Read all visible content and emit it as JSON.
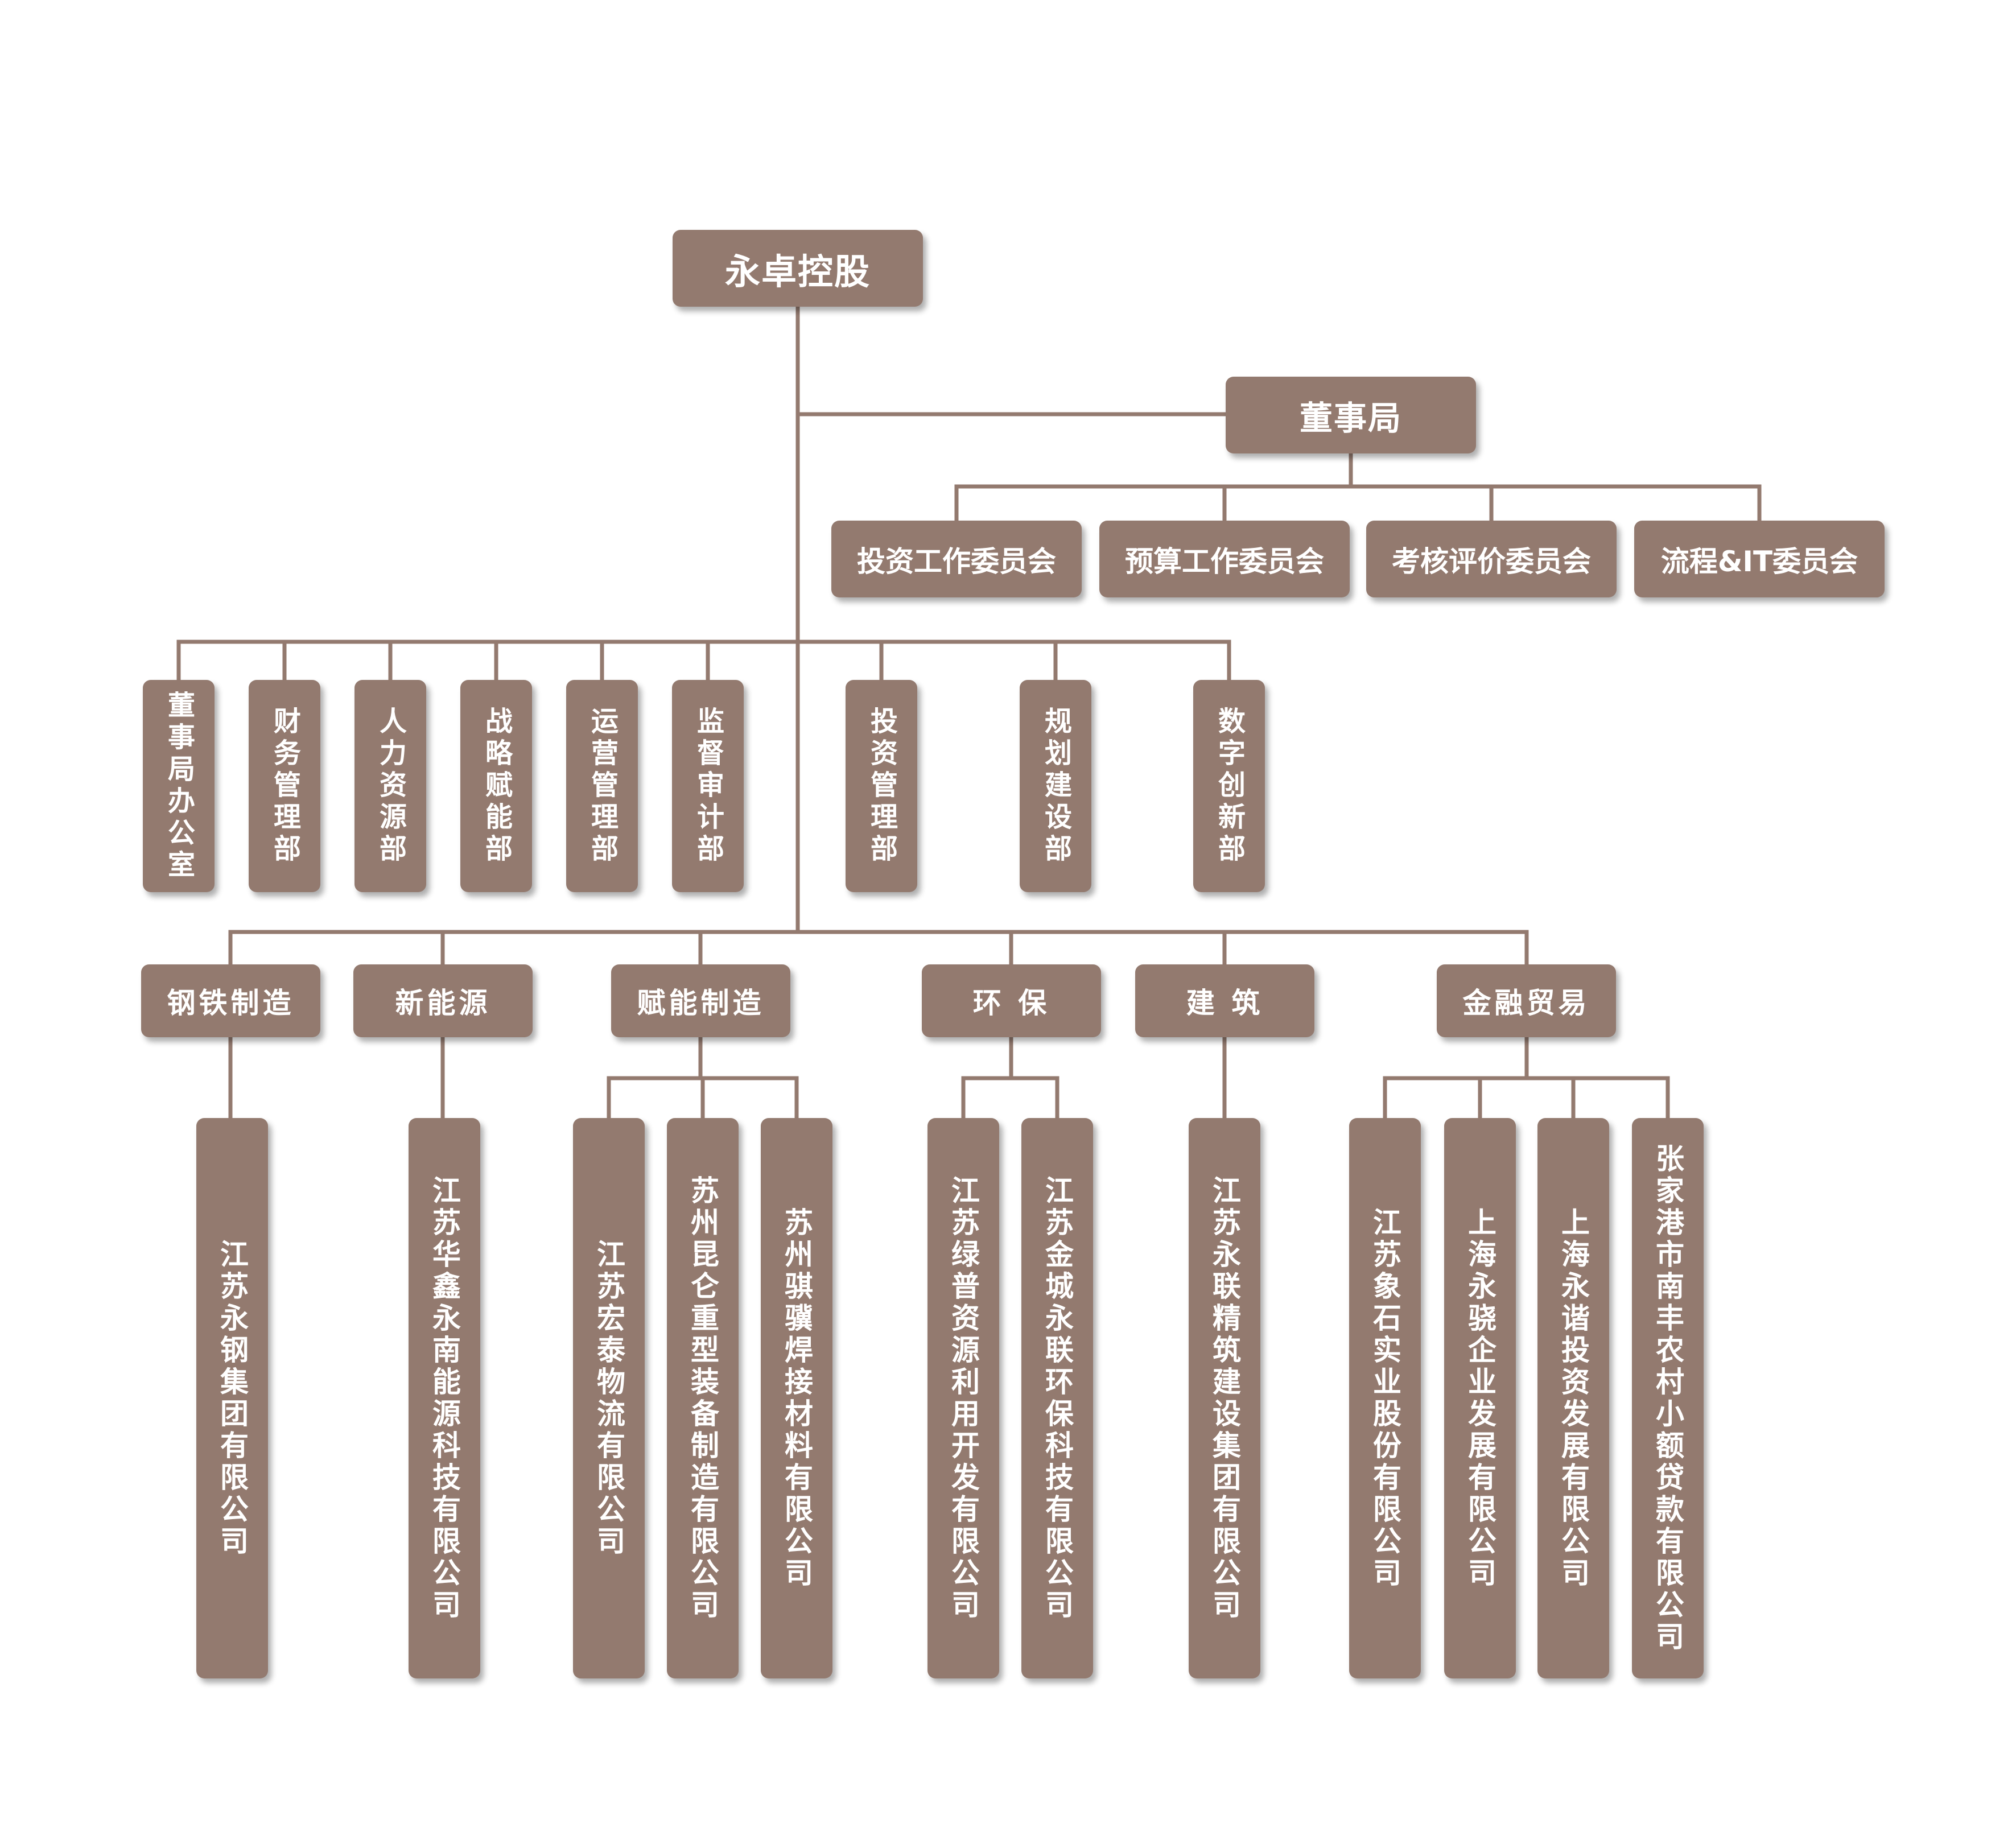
{
  "colors": {
    "box_fill": "#937a6f",
    "connector": "#937a6f",
    "text": "#ffffff",
    "background": "#ffffff"
  },
  "root": {
    "label": "永卓控股"
  },
  "board": {
    "label": "董事局"
  },
  "committees": [
    {
      "label": "投资工作委员会"
    },
    {
      "label": "预算工作委员会"
    },
    {
      "label": "考核评价委员会"
    },
    {
      "label": "流程&IT委员会"
    }
  ],
  "departments": [
    {
      "label": "董事局办公室"
    },
    {
      "label": "财务管理部"
    },
    {
      "label": "人力资源部"
    },
    {
      "label": "战略赋能部"
    },
    {
      "label": "运营管理部"
    },
    {
      "label": "监督审计部"
    },
    {
      "label": "投资管理部"
    },
    {
      "label": "规划建设部"
    },
    {
      "label": "数字创新部"
    }
  ],
  "sectors": [
    {
      "label": "钢铁制造",
      "companies": [
        {
          "label": "江苏永钢集团有限公司"
        }
      ]
    },
    {
      "label": "新能源",
      "companies": [
        {
          "label": "江苏华鑫永南能源科技有限公司"
        }
      ]
    },
    {
      "label": "赋能制造",
      "companies": [
        {
          "label": "江苏宏泰物流有限公司"
        },
        {
          "label": "苏州昆仑重型装备制造有限公司"
        },
        {
          "label": "苏州骐骥焊接材料有限公司"
        }
      ]
    },
    {
      "label": "环  保",
      "companies": [
        {
          "label": "江苏绿普资源利用开发有限公司"
        },
        {
          "label": "江苏金城永联环保科技有限公司"
        }
      ]
    },
    {
      "label": "建  筑",
      "companies": [
        {
          "label": "江苏永联精筑建设集团有限公司"
        }
      ]
    },
    {
      "label": "金融贸易",
      "companies": [
        {
          "label": "江苏象石实业股份有限公司"
        },
        {
          "label": "上海永骁企业发展有限公司"
        },
        {
          "label": "上海永谐投资发展有限公司"
        },
        {
          "label": "张家港市南丰农村小额贷款有限公司"
        }
      ]
    }
  ]
}
